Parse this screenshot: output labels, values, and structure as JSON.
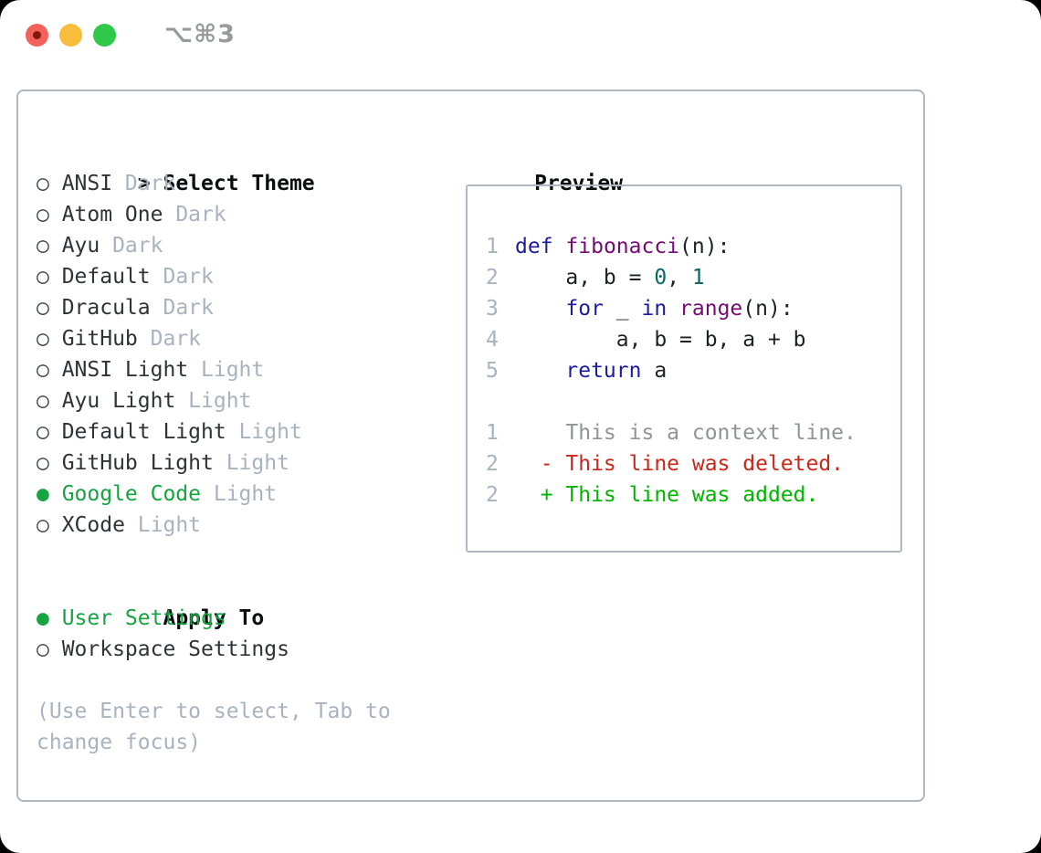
{
  "colors": {
    "window_bg": "#ffffff",
    "page_bg": "#000000",
    "border": "#aeb7c2",
    "text_dark": "#2e3338",
    "text_black": "#0c0e11",
    "bullet": "#3a4046",
    "muted": "#a9b2bf",
    "green_select": "#15a440",
    "kw": "#1c1c9e",
    "fn": "#750b75",
    "lit": "#0b6666",
    "pln": "#1d2025",
    "line_num": "#a9b2bf",
    "ctx": "#8e9499",
    "del": "#c8281a",
    "add": "#00b400",
    "light_red": "#f4615a",
    "light_red_dot": "#821911",
    "light_yellow": "#f9bd3c",
    "light_green": "#2fc84b",
    "title_gray": "#97999c"
  },
  "window": {
    "title": "⌥⌘3"
  },
  "glyphs": {
    "cursor": ">",
    "radio_on": "●",
    "radio_off": "○"
  },
  "theme_panel": {
    "header": "Select Theme",
    "items": [
      {
        "name": "ANSI",
        "variant": "Dark",
        "selected": false
      },
      {
        "name": "Atom One",
        "variant": "Dark",
        "selected": false
      },
      {
        "name": "Ayu",
        "variant": "Dark",
        "selected": false
      },
      {
        "name": "Default",
        "variant": "Dark",
        "selected": false
      },
      {
        "name": "Dracula",
        "variant": "Dark",
        "selected": false
      },
      {
        "name": "GitHub",
        "variant": "Dark",
        "selected": false
      },
      {
        "name": "ANSI Light",
        "variant": "Light",
        "selected": false
      },
      {
        "name": "Ayu Light",
        "variant": "Light",
        "selected": false
      },
      {
        "name": "Default Light",
        "variant": "Light",
        "selected": false
      },
      {
        "name": "GitHub Light",
        "variant": "Light",
        "selected": false
      },
      {
        "name": "Google Code",
        "variant": "Light",
        "selected": true
      },
      {
        "name": "XCode",
        "variant": "Light",
        "selected": false
      }
    ]
  },
  "apply_to": {
    "header": "Apply To",
    "options": [
      {
        "label": "User Settings",
        "selected": true
      },
      {
        "label": "Workspace Settings",
        "selected": false
      }
    ]
  },
  "help_text": "(Use Enter to select, Tab to change focus)",
  "preview": {
    "header": "Preview",
    "code_lines": [
      {
        "num": "1",
        "tokens": [
          [
            "def",
            "kw"
          ],
          [
            " ",
            "pln"
          ],
          [
            "fibonacci",
            "fn"
          ],
          [
            "(n):",
            "pln"
          ]
        ]
      },
      {
        "num": "2",
        "tokens": [
          [
            "    a, b = ",
            "pln"
          ],
          [
            "0",
            "lit"
          ],
          [
            ", ",
            "pln"
          ],
          [
            "1",
            "lit"
          ]
        ]
      },
      {
        "num": "3",
        "tokens": [
          [
            "    ",
            "pln"
          ],
          [
            "for",
            "kw"
          ],
          [
            " _ ",
            "pln"
          ],
          [
            "in",
            "kw"
          ],
          [
            " ",
            "pln"
          ],
          [
            "range",
            "fn"
          ],
          [
            "(n):",
            "pln"
          ]
        ]
      },
      {
        "num": "4",
        "tokens": [
          [
            "        a, b = b, a + b",
            "pln"
          ]
        ]
      },
      {
        "num": "5",
        "tokens": [
          [
            "    ",
            "pln"
          ],
          [
            "return",
            "kw"
          ],
          [
            " a",
            "pln"
          ]
        ]
      }
    ],
    "diff_lines": [
      {
        "num": "1",
        "kind": "context",
        "text": "    This is a context line."
      },
      {
        "num": "2",
        "kind": "deleted",
        "text": "  - This line was deleted."
      },
      {
        "num": "2",
        "kind": "added",
        "text": "  + This line was added."
      }
    ]
  }
}
